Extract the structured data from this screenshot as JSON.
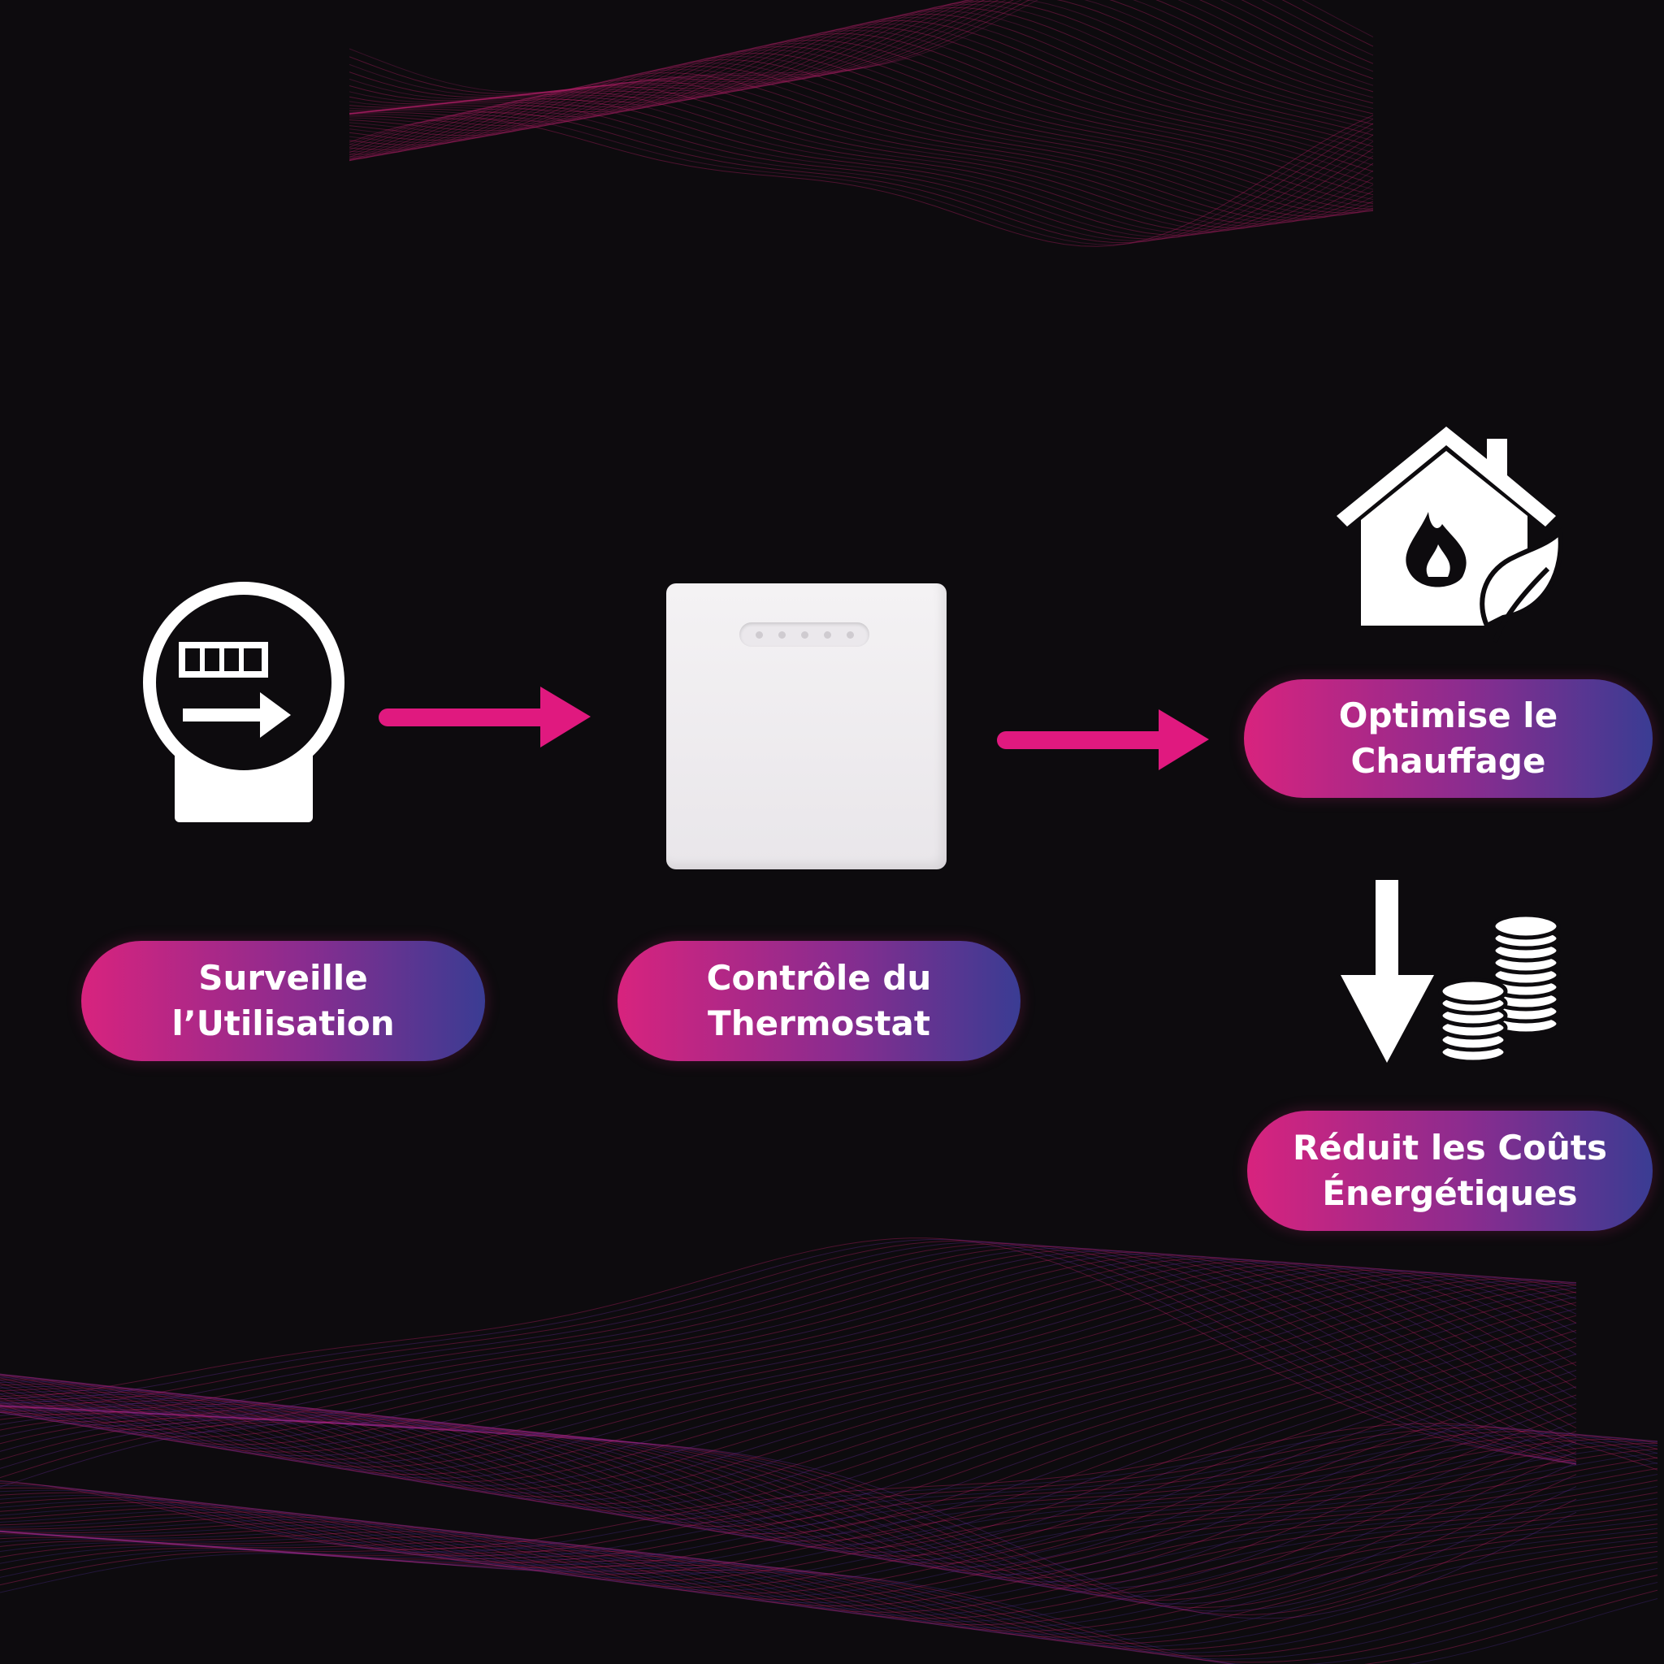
{
  "steps": [
    {
      "line1": "Surveille",
      "line2": "l’Utilisation",
      "icon": "electric-meter-icon"
    },
    {
      "line1": "Contrôle du",
      "line2": "Thermostat",
      "icon": "thermostat-device"
    },
    {
      "line1": "Optimise le",
      "line2": "Chauffage",
      "icon": "house-flame-leaf-icon"
    },
    {
      "line1": "Réduit les Coûts",
      "line2": "Énergétiques",
      "icon": "down-arrow-coins-icon"
    }
  ],
  "colors": {
    "background": "#0d0b0e",
    "arrow": "#e0197f",
    "pill_start": "#d8237e",
    "pill_end": "#3a3c93"
  }
}
